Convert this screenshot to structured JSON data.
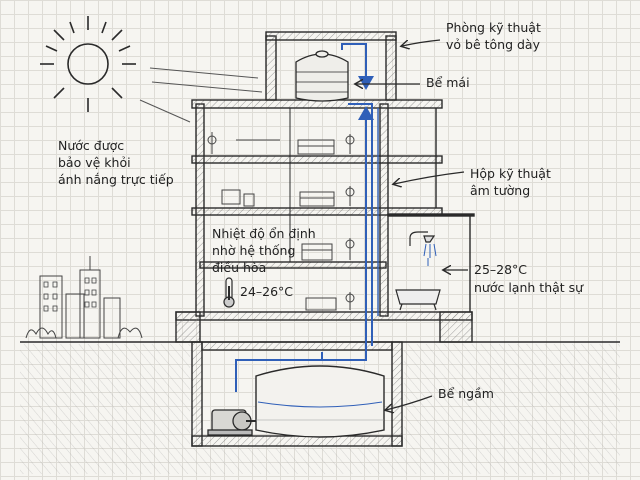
{
  "labels": {
    "tech_room_line1": "Phòng kỹ thuật",
    "tech_room_line2": "vỏ bê tông dày",
    "roof_tank": "Bể mái",
    "protected_line1": "Nước được",
    "protected_line2": "bảo vệ khỏi",
    "protected_line3": "ánh nắng trực tiếp",
    "wall_shaft_line1": "Hộp kỹ thuật",
    "wall_shaft_line2": "âm tường",
    "stable_temp_line1": "Nhiệt độ ổn định",
    "stable_temp_line2": "nhờ hệ thống",
    "stable_temp_line3": "điều hòa",
    "indoor_temp": "24–26°C",
    "water_temp": "25–28°C",
    "cold_water": "nước lạnh thật sự",
    "underground_tank": "Bể ngầm"
  },
  "colors": {
    "ink": "#2a2a2a",
    "pipe": "#2f5fb8",
    "grid": "#dedcd6",
    "paper": "#f6f5f1"
  }
}
